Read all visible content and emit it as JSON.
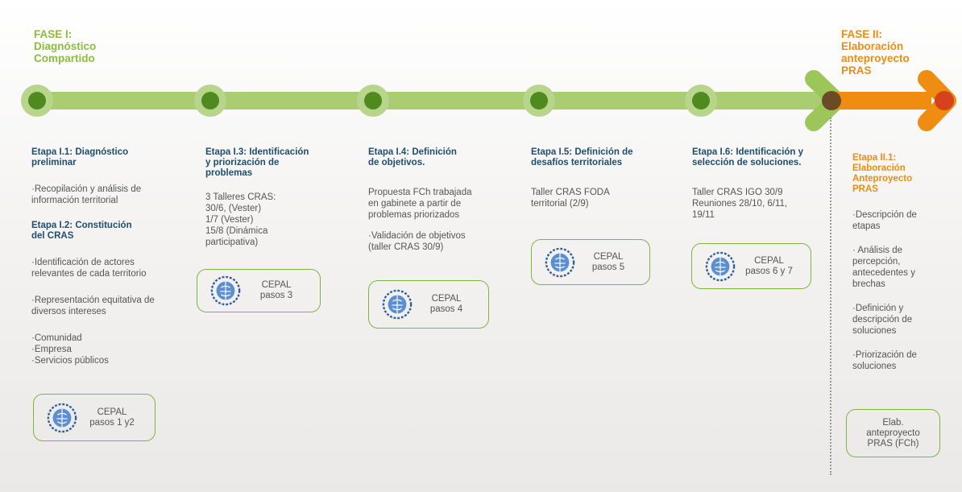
{
  "phase1": {
    "title": "FASE I:\nDiagnóstico\nCompartido"
  },
  "phase2": {
    "title": "FASE II:\nElaboración\nanteproyecto\nPRAS"
  },
  "colors": {
    "green": "#8cbd3f",
    "dark_green": "#4e8a1e",
    "orange": "#ef8c12",
    "red": "#d5421d",
    "navy": "#1d4e6e"
  },
  "icons": {
    "logo": "un-emblem-icon"
  },
  "stages": {
    "s1": {
      "h1": "Etapa I.1: Diagnóstico\npreliminar",
      "t1": "·Recopilación y análisis de\ninformación territorial",
      "h2": "Etapa I.2: Constitución\ndel CRAS",
      "t2": "·Identificación de actores\nrelevantes de cada territorio",
      "t3": "·Representación equitativa de\ndiversos intereses",
      "t4": "   ·Comunidad\n   ·Empresa\n   ·Servicios públicos",
      "cepal": "CEPAL\npasos 1 y2"
    },
    "s3": {
      "h": "Etapa I.3: Identificación\ny priorización de\nproblemas",
      "t1": "3 Talleres CRAS:\n30/6, (Vester)\n1/7 (Vester)\n15/8 (Dinámica\nparticipativa)",
      "cepal": "CEPAL\npasos 3"
    },
    "s4": {
      "h": "Etapa I.4: Definición\nde objetivos.",
      "t1": "Propuesta FCh trabajada\nen gabinete a partir de\nproblemas priorizados",
      "t2": "·Validación de objetivos\n(taller CRAS 30/9)",
      "cepal": "CEPAL\npasos 4"
    },
    "s5": {
      "h": "Etapa I.5: Definición de\ndesafíos territoriales",
      "t1": "Taller CRAS FODA\nterritorial (2/9)",
      "cepal": "CEPAL\npasos 5"
    },
    "s6": {
      "h": "Etapa I.6: Identificación y\nselección  de soluciones.",
      "t1": "Taller CRAS IGO 30/9\nReuniones 28/10, 6/11,\n19/11",
      "cepal": "CEPAL\npasos 6 y 7"
    },
    "s7": {
      "h": "Etapa II.1:\nElaboración\nAnteproyecto\nPRAS",
      "t1": "·Descripción de\netapas",
      "t2": "· Análisis de\npercepción,\nantecedentes y\nbrechas",
      "t3": "·Definición y\ndescripción de\nsoluciones",
      "t4": "·Priorización de\nsoluciones",
      "box": "Elab.\nanteproyecto\nPRAS (FCh)"
    }
  }
}
